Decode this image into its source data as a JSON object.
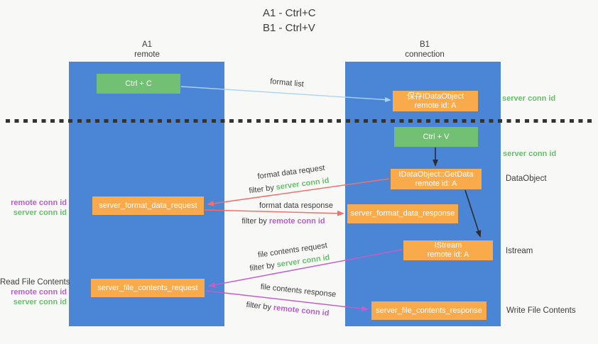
{
  "title": {
    "line1": "A1 - Ctrl+C",
    "line2": "B1 - Ctrl+V"
  },
  "lanes": {
    "left": {
      "name": "A1",
      "role": "remote"
    },
    "right": {
      "name": "B1",
      "role": "connection"
    }
  },
  "nodes": {
    "ctrl_c": {
      "label": "Ctrl + C"
    },
    "ctrl_v": {
      "label": "Ctrl + V"
    },
    "save_idataobject": {
      "line1": "保存IDataObject",
      "line2": "remote id: A"
    },
    "getdata": {
      "line1": "IDataObject::GetData",
      "line2": "remote id: A"
    },
    "istream": {
      "line1": "IStream",
      "line2": "remote id: A"
    },
    "format_request": {
      "label": "server_format_data_request"
    },
    "format_response": {
      "label": "server_format_data_response"
    },
    "file_request": {
      "label": "server_file_contents_request"
    },
    "file_response": {
      "label": "server_file_contents_response"
    }
  },
  "arrow_labels": {
    "format_list": "format list",
    "format_data_request": "format data request",
    "format_data_response": "format data response",
    "file_contents_request": "file contents request",
    "file_contents_response": "file contents response",
    "filter_by": "filter by",
    "server_conn_id": "server conn id",
    "remote_conn_id": "remote conn id"
  },
  "side_labels": {
    "server_conn_id_top": "server conn id",
    "server_conn_id_mid": "server conn id",
    "dataobject": "DataObject",
    "istream": "Istream",
    "write_file_contents": "Write File Contents",
    "read_file_contents": "Read File Contents",
    "format_remote_conn_id": "remote conn id",
    "format_server_conn_id": "server conn id",
    "read_remote_conn_id": "remote conn id",
    "read_server_conn_id": "server conn id"
  },
  "colors": {
    "panel_blue": "#4a85d6",
    "box_green": "#72c073",
    "box_orange": "#f9aa4b",
    "arrow_red": "#ef716b",
    "arrow_magenta": "#c35fc6",
    "arrow_lightblue": "#a9d3f2",
    "arrow_black": "#2d2d2d",
    "text_green": "#67bf6b",
    "text_purple": "#b55fc9",
    "text_dark": "#3c3c3c"
  }
}
